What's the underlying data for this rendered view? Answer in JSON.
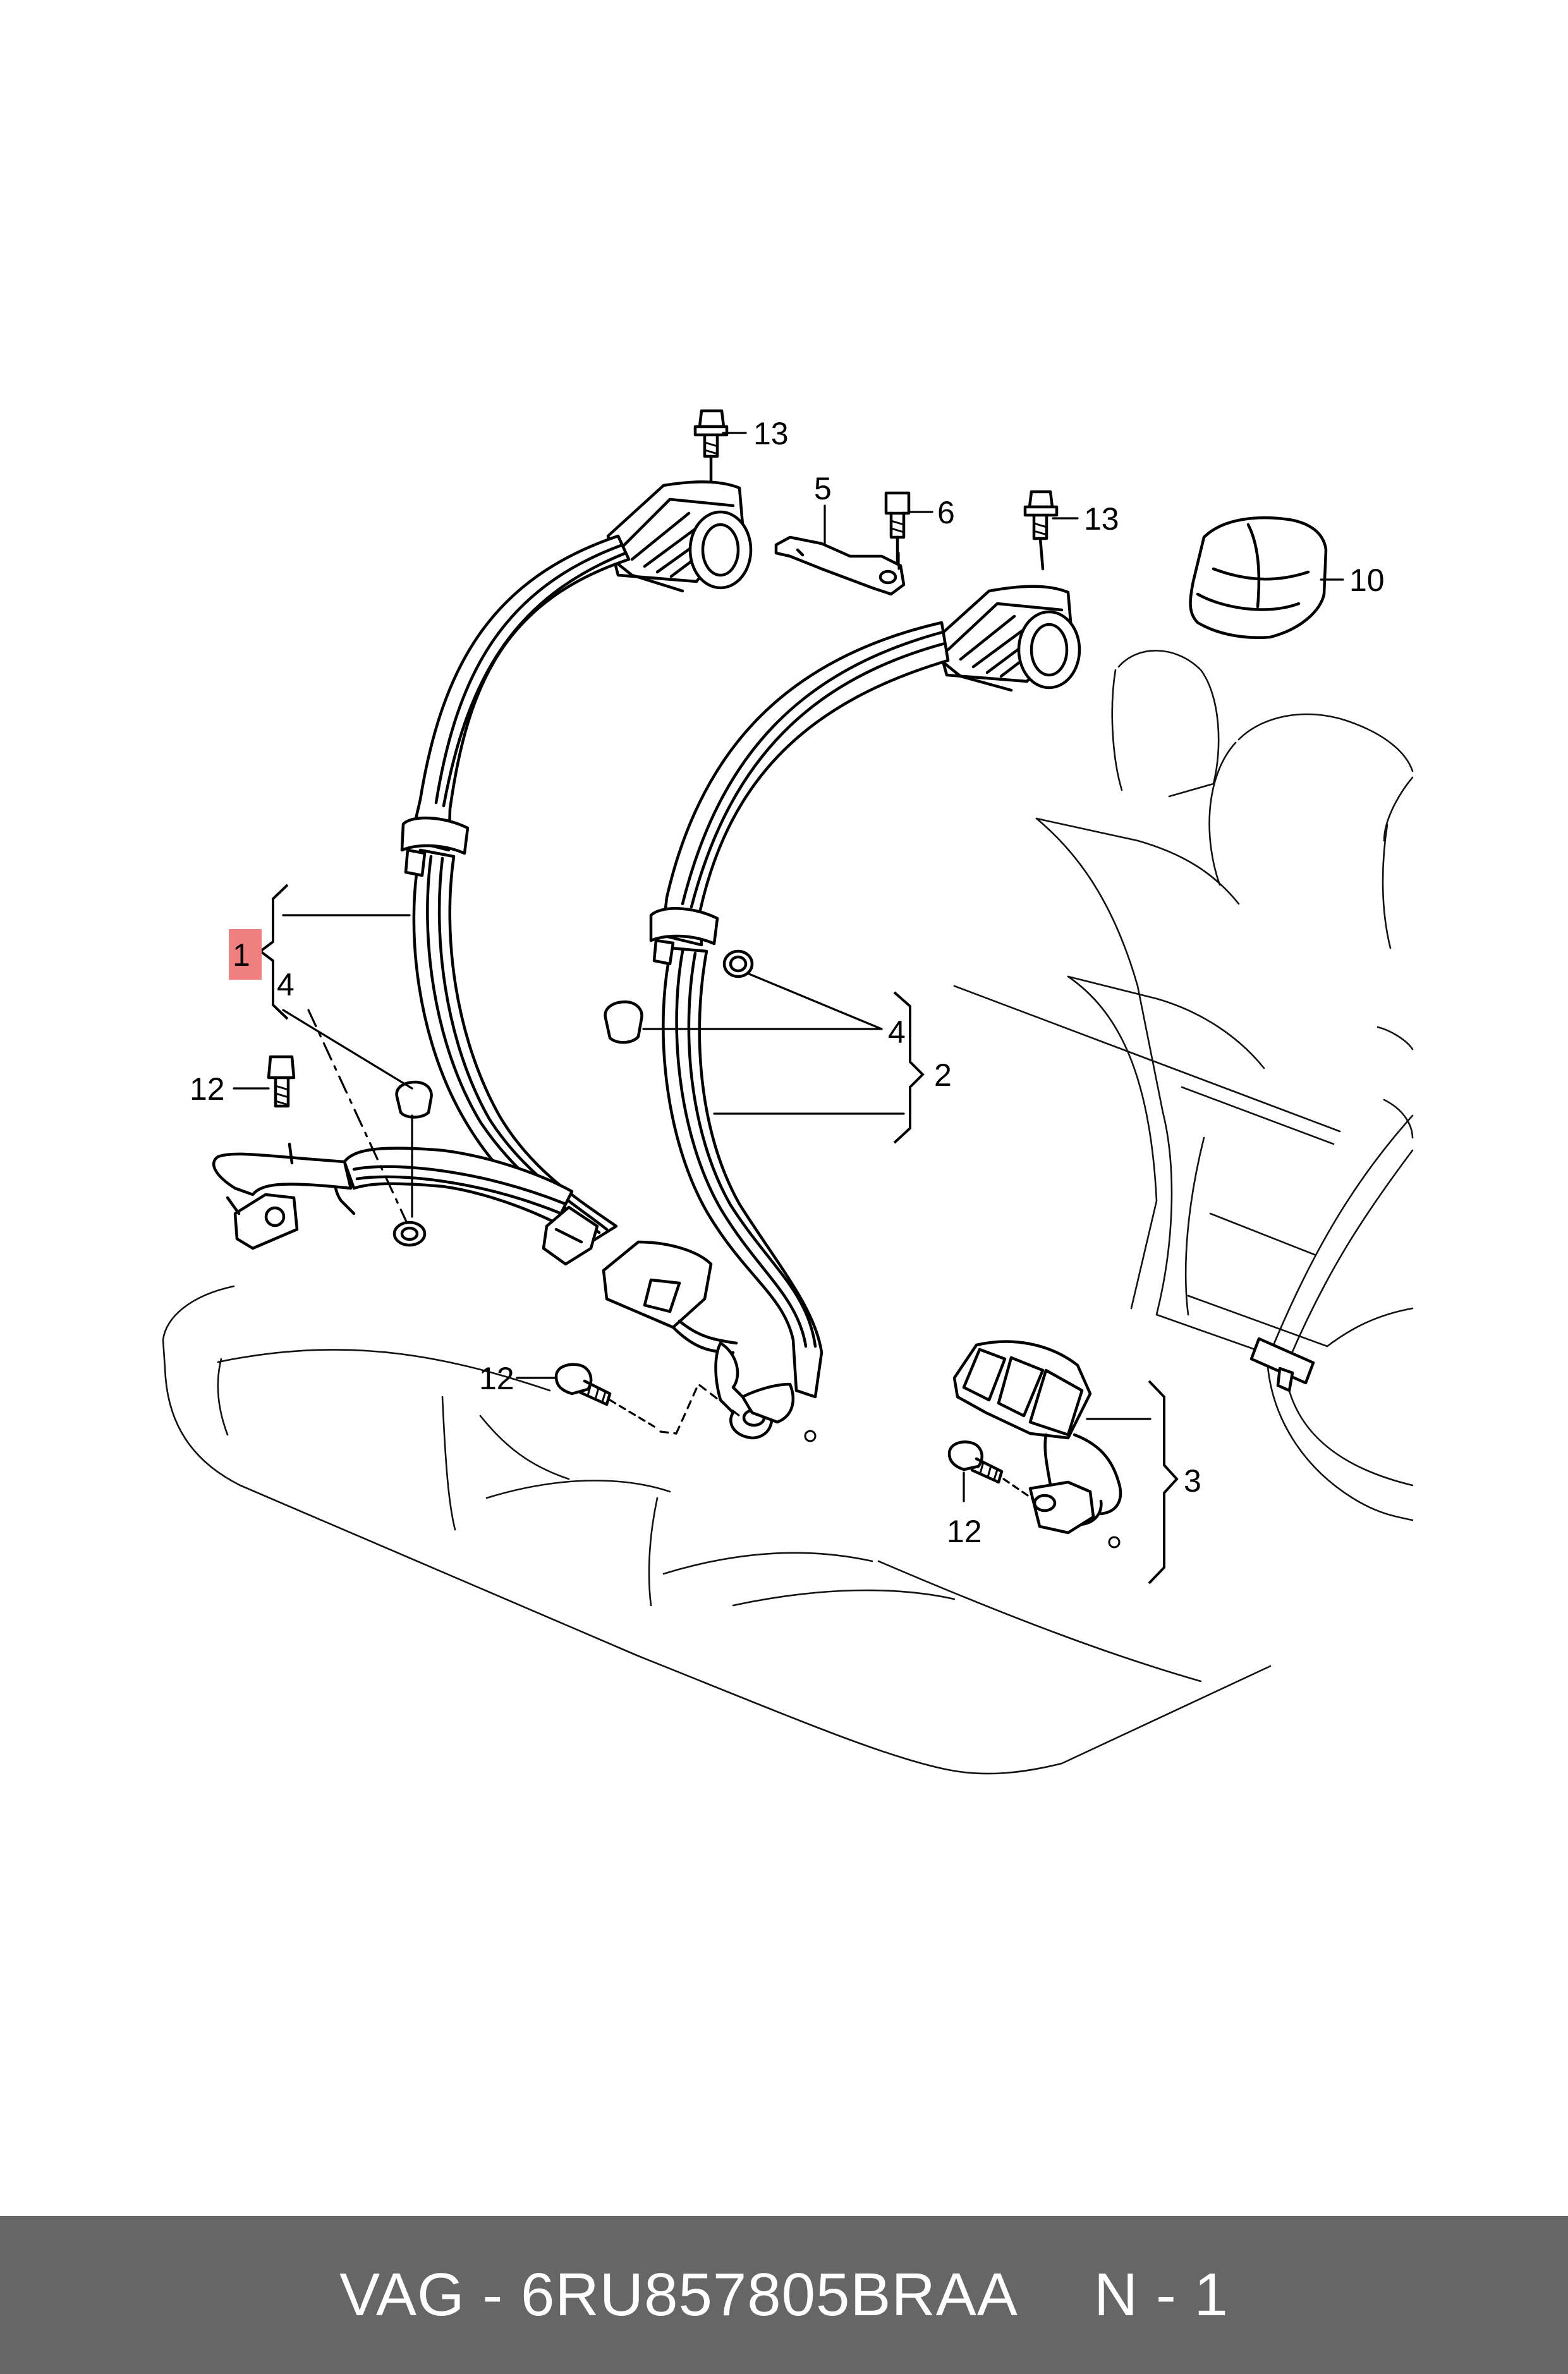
{
  "callouts": {
    "c1": "1",
    "c2": "2",
    "c3": "3",
    "c4a": "4",
    "c4b": "4",
    "c5": "5",
    "c6": "6",
    "c10": "10",
    "c12a": "12",
    "c12b": "12",
    "c12c": "12",
    "c13a": "13",
    "c13b": "13"
  },
  "highlight_color": "#f08080",
  "footer": {
    "part_label": "VAG - 6RU857805BRAA",
    "page_label": "N - 1",
    "background": "#666666"
  }
}
